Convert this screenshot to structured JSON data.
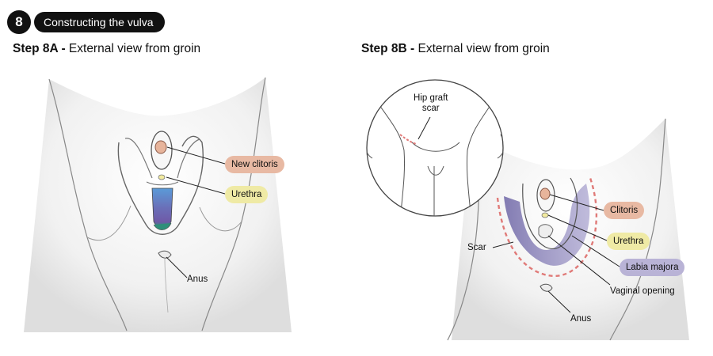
{
  "step": {
    "number": "8",
    "title": "Constructing the vulva"
  },
  "panel_a": {
    "step_label": "Step 8A -",
    "view_label": "External view from groin",
    "labels": {
      "new_clitoris": "New clitoris",
      "urethra": "Urethra",
      "anus": "Anus"
    }
  },
  "panel_b": {
    "step_label": "Step 8B -",
    "view_label": "External view from groin",
    "inset": {
      "scar_label": "Hip graft\nscar"
    },
    "labels": {
      "clitoris": "Clitoris",
      "urethra": "Urethra",
      "labia_majora": "Labia majora",
      "scar": "Scar",
      "vaginal_opening": "Vaginal opening",
      "anus": "Anus"
    }
  },
  "colors": {
    "badge": "#111111",
    "clitoris_pill": "#e8b9a3",
    "urethra_pill": "#efeaa5",
    "labia_pill": "#b9b3d6",
    "scar_dash": "#e07a78",
    "labia_shade": "#7d74ad"
  }
}
